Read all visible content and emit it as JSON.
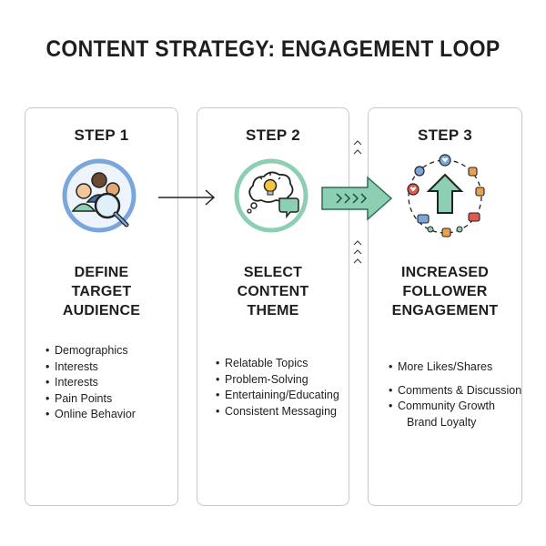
{
  "title": "CONTENT STRATEGY: ENGAGEMENT LOOP",
  "steps": [
    {
      "label": "STEP 1",
      "icon": "audience-magnifier-icon",
      "heading": [
        "DEFINE",
        "TARGET",
        "AUDIENCE"
      ],
      "bullets": [
        "Demographics",
        "Interests",
        "Interests",
        "Pain Points",
        "Online Behavior"
      ]
    },
    {
      "label": "STEP 2",
      "icon": "lightbulb-chat-icon",
      "heading": [
        "SELECT",
        "CONTENT",
        "THEME"
      ],
      "bullets": [
        "Relatable Topics",
        "Problem-Solving",
        "Entertaining/Educating",
        "Consistent Messaging"
      ]
    },
    {
      "label": "STEP 3",
      "icon": "engagement-up-arrow-icon",
      "heading": [
        "INCREASED",
        "FOLLOWER",
        "ENGAGEMENT"
      ],
      "bullets": [
        "More Likes/Shares",
        "Comments & Discussion",
        "Community Growth",
        "Brand Loyalty"
      ]
    }
  ],
  "colors": {
    "blue_ring": "#7aa6dc",
    "green": "#8ccfb3",
    "green_dark": "#2f6e55",
    "orange": "#e8a14f",
    "red_heart": "#e05a4e",
    "border": "#c9c9c9"
  }
}
